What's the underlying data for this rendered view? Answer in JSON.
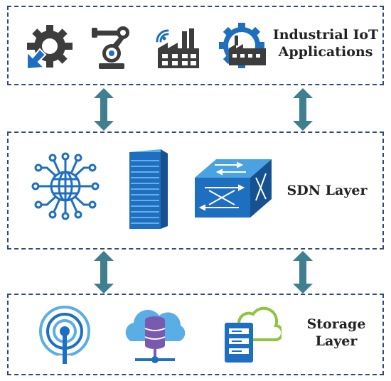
{
  "layers": {
    "iiot": {
      "label_line1": "Industrial IoT",
      "label_line2": "Applications",
      "icons": [
        "gear-with-cursor-icon",
        "robotic-arm-icon",
        "smart-factory-icon",
        "factory-gear-icon"
      ]
    },
    "sdn": {
      "label": "SDN Layer",
      "icons": [
        "network-globe-icon",
        "server-tower-icon",
        "network-switch-icon"
      ]
    },
    "storage": {
      "label_line1": "Storage",
      "label_line2": "Layer",
      "icons": [
        "wireless-antenna-icon",
        "cloud-database-icon",
        "cloud-storage-icon"
      ]
    }
  },
  "connectors": [
    "bidirectional-arrow",
    "bidirectional-arrow",
    "bidirectional-arrow",
    "bidirectional-arrow"
  ],
  "colors": {
    "border": "#2f4a7a",
    "arrow": "#3f7f8f",
    "dark_icon": "#3d3d3d",
    "blue": "#1f6fc0",
    "light_blue": "#5aaee6",
    "purple": "#7a5ab0",
    "green": "#8cc63f"
  }
}
